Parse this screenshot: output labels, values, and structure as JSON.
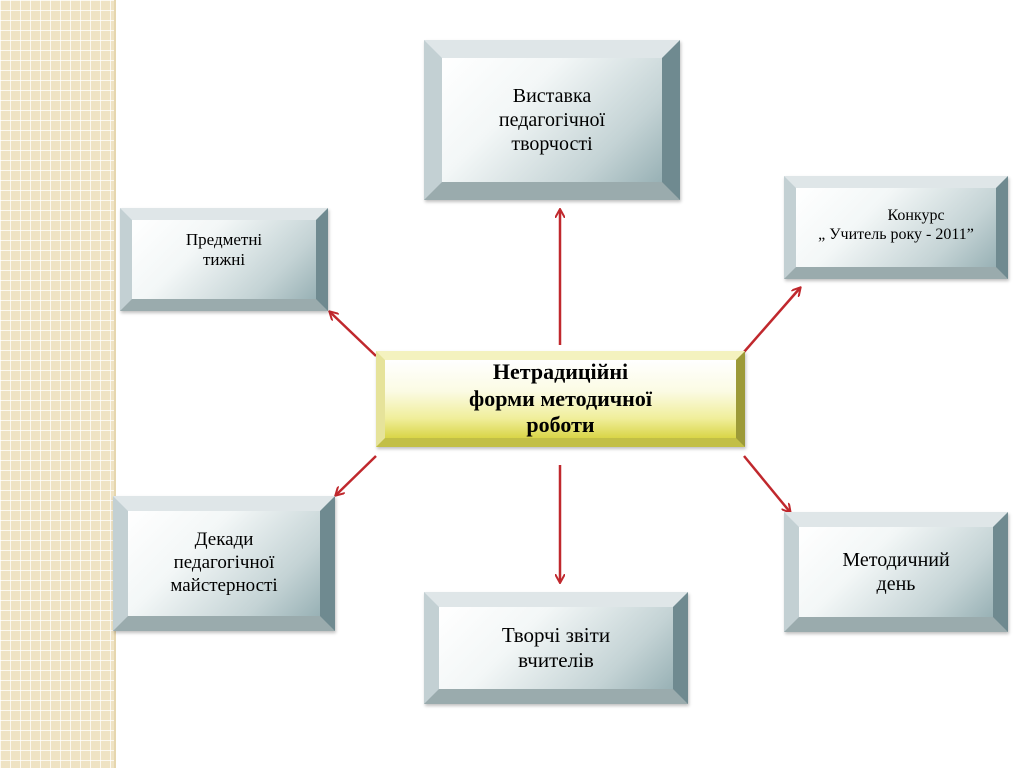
{
  "center": {
    "lines": [
      "Нетрадиційні",
      "форми методичної",
      "роботи"
    ]
  },
  "nodes": {
    "top": {
      "lines": [
        "Виставка",
        "педагогічної",
        "творчості"
      ]
    },
    "top_left": {
      "lines": [
        "Предметні",
        "тижні"
      ]
    },
    "top_right": {
      "lines": [
        "Конкурс",
        "„ Учитель року - 2011”"
      ]
    },
    "bottom_left": {
      "lines": [
        "Декади",
        "педагогічної",
        "майстерності"
      ]
    },
    "bottom": {
      "lines": [
        "Творчі звіти",
        "вчителів"
      ]
    },
    "bottom_right": {
      "lines": [
        "Методичний",
        "день"
      ]
    }
  },
  "colors": {
    "arrow": "#c0282d",
    "background_stripe": "#efe3c4",
    "node_fill": "#c4d3d5",
    "center_fill": "#f0ee9a"
  }
}
